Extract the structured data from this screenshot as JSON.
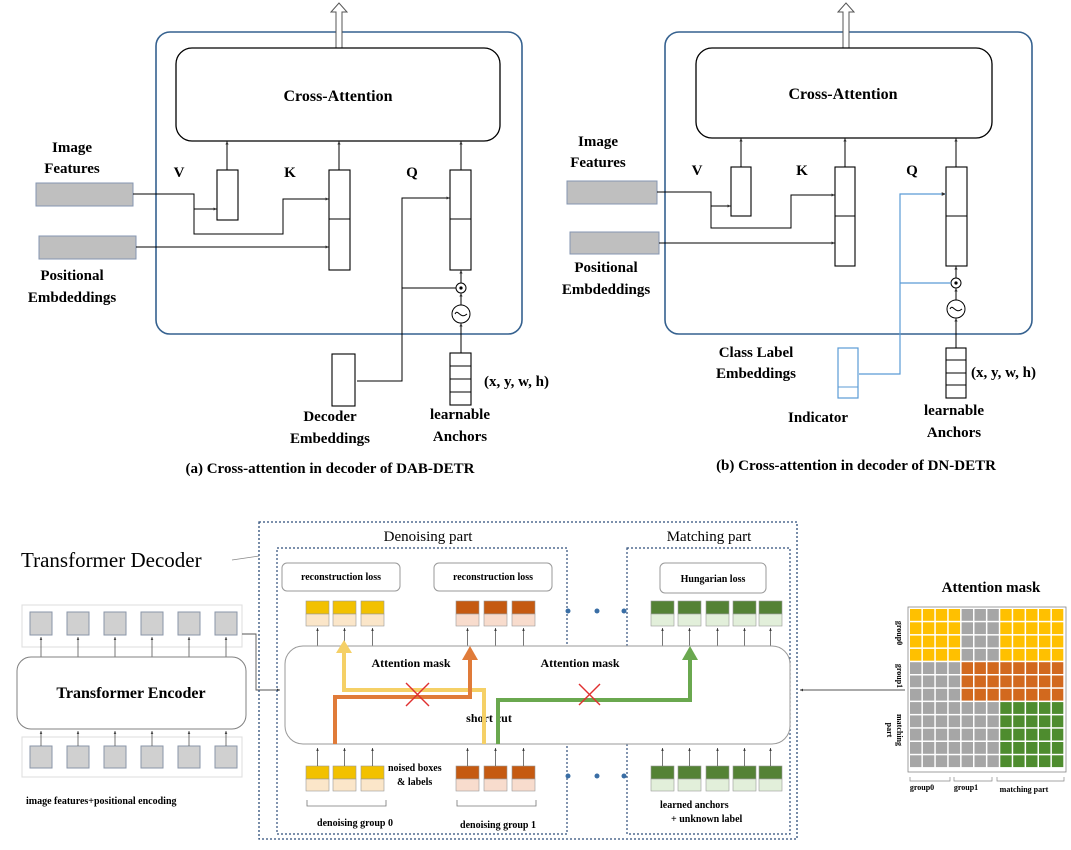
{
  "panel_a": {
    "cross_attention": "Cross-Attention",
    "image_features_1": "Image",
    "image_features_2": "Features",
    "positional_1": "Positional",
    "positional_2": "Embdeddings",
    "v": "V",
    "k": "K",
    "q": "Q",
    "decoder_1": "Decoder",
    "decoder_2": "Embeddings",
    "anchors_1": "learnable",
    "anchors_2": "Anchors",
    "xywh": "(x, y, w, h)",
    "caption": "(a) Cross-attention in decoder of  DAB-DETR"
  },
  "panel_b": {
    "cross_attention": "Cross-Attention",
    "image_features_1": "Image",
    "image_features_2": "Features",
    "positional_1": "Positional",
    "positional_2": "Embdeddings",
    "v": "V",
    "k": "K",
    "q": "Q",
    "class_label_1": "Class Label",
    "class_label_2": "Embeddings",
    "indicator": "Indicator",
    "anchors_1": "learnable",
    "anchors_2": "Anchors",
    "xywh": "(x, y, w, h)",
    "caption": "(b) Cross-attention in decoder of  DN-DETR"
  },
  "bottom": {
    "transformer_decoder": "Transformer Decoder",
    "transformer_encoder": "Transformer Encoder",
    "encoder_input": "image features+positional encoding",
    "denoising_part": "Denoising part",
    "matching_part": "Matching part",
    "reconstruction_loss_0": "reconstruction loss",
    "reconstruction_loss_1": "reconstruction loss",
    "hungarian_loss": "Hungarian loss",
    "attention_mask_left": "Attention mask",
    "attention_mask_right": "Attention mask",
    "short_cut": "short cut",
    "noised_1": "noised boxes",
    "noised_2": "& labels",
    "denoising_group_0": "denoising group 0",
    "denoising_group_1": "denoising group 1",
    "learned_anchors_1": "learned anchors",
    "learned_anchors_2": "+ unknown label"
  },
  "mask": {
    "title": "Attention mask",
    "row_label_0": "group0",
    "row_label_1": "group1",
    "row_label_2a": "matching",
    "row_label_2b": "part",
    "col_label_0": "group0",
    "col_label_1": "group1",
    "col_label_2": "matching part"
  },
  "colors": {
    "yellow_top": "#f2c100",
    "yellow_light": "#fbe6c9",
    "orange_top": "#c55a11",
    "orange_light": "#f8dccd",
    "green_top": "#548235",
    "green_light": "#e2efda",
    "mask_yellow": "#ffc000",
    "mask_orange": "#d2691e",
    "mask_green": "#4e8c2e",
    "mask_gray": "#a6a6a6",
    "panel_border": "#35618f",
    "dotted_border": "#2e4e7a",
    "blue_line": "#5b9bd5",
    "red_x": "#e03030"
  }
}
